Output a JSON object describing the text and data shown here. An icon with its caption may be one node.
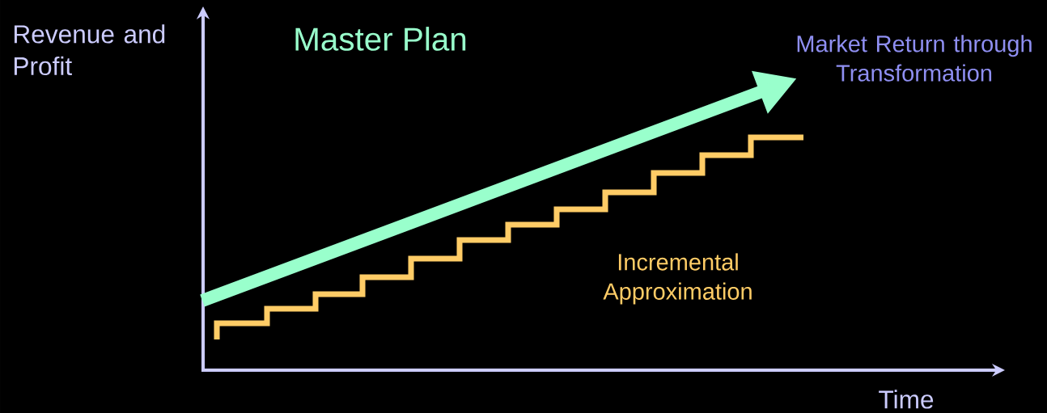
{
  "diagram": {
    "labels": [
      "Revenue and Profit",
      "Master Plan",
      "Market Return through Transformation",
      "Incremental Approximation",
      "Time"
    ]
  }
}
